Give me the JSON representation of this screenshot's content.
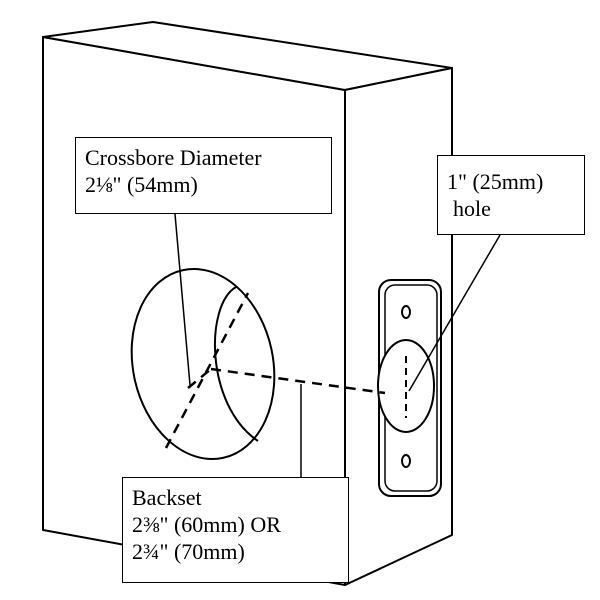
{
  "labels": {
    "crossbore": {
      "line1": "Crossbore Diameter",
      "line2": "2⅛\" (54mm)"
    },
    "hole": {
      "line1": "1\" (25mm)",
      "line2": "hole"
    },
    "backset": {
      "line1": "Backset",
      "line2": "2⅜\" (60mm) OR",
      "line3": "2¾\" (70mm)"
    }
  },
  "colors": {
    "stroke": "#000000",
    "fill": "#ffffff"
  }
}
